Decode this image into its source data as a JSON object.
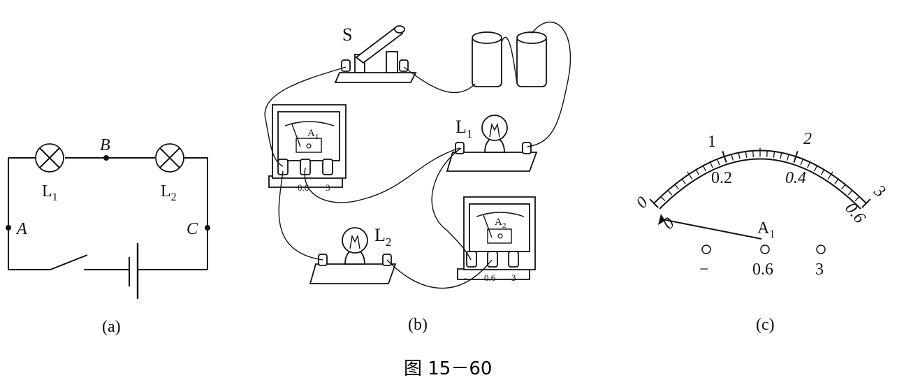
{
  "caption": "图 15－60",
  "panel_a": {
    "label": "(a)",
    "lamp1": "L",
    "lamp1_sub": "1",
    "lamp2": "L",
    "lamp2_sub": "2",
    "point_a": "A",
    "point_b": "B",
    "point_c": "C"
  },
  "panel_b": {
    "label": "(b)",
    "switch": "S",
    "lamp1": "L",
    "lamp1_sub": "1",
    "lamp2": "L",
    "lamp2_sub": "2",
    "ammeter1": "A",
    "ammeter1_sub": "1",
    "ammeter2": "A",
    "ammeter2_sub": "2",
    "terminal_06": "0.6",
    "terminal_3": "3",
    "terminal_minus": "-"
  },
  "panel_c": {
    "label": "(c)",
    "meter": "A",
    "meter_sub": "1",
    "outer_scale": [
      "0",
      "1",
      "2",
      "3"
    ],
    "inner_scale": [
      "0",
      "0.2",
      "0.4",
      "0.6"
    ],
    "terminals": [
      "−",
      "0.6",
      "3"
    ]
  }
}
